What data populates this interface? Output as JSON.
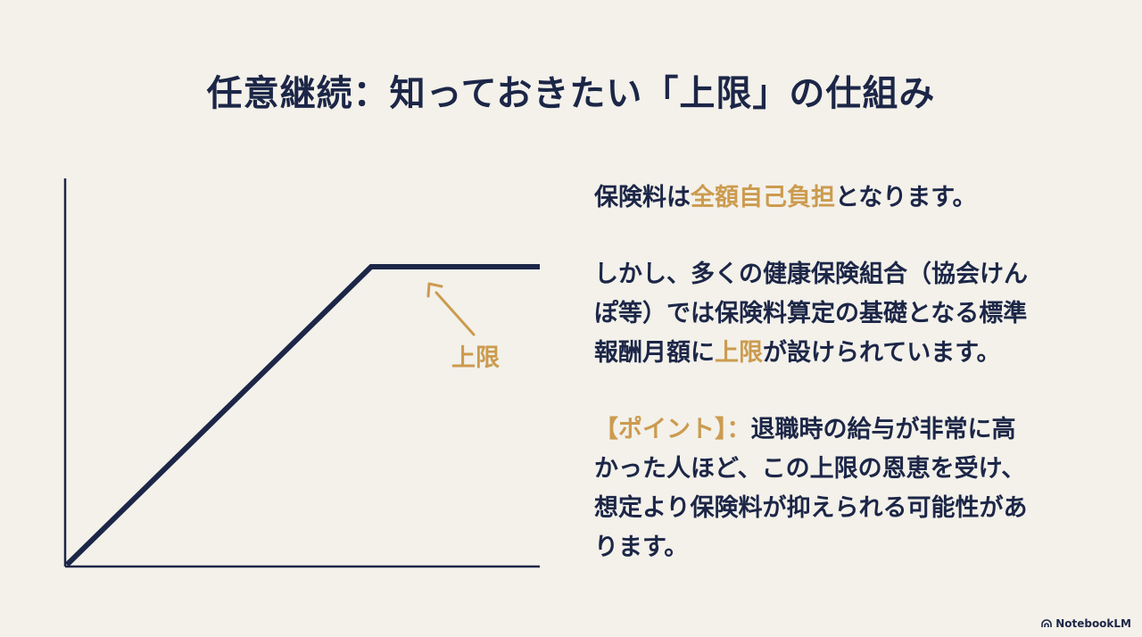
{
  "slide": {
    "title": "任意継続：知っておきたい「上限」の仕組み"
  },
  "diagram": {
    "cap_label": "上限",
    "accent_color": "#cc9b4f",
    "line_color": "#1c2647",
    "shape": "rising-then-flat"
  },
  "text": {
    "p1": {
      "before": "保険料は",
      "highlight": "全額自己負担",
      "after": "となります。"
    },
    "p2": {
      "line1": "しかし、多くの健康保険組合（協会けん",
      "line2": "ぽ等）では保険料算定の基礎となる標準",
      "line3_before": "報酬月額に",
      "line3_highlight": "上限",
      "line3_after": "が設けられています。"
    },
    "p3": {
      "point_label": "【ポイント】：",
      "line1_rest": "退職時の給与が非常に高",
      "line2": "かった人ほど、この上限の恩恵を受け、",
      "line3": "想定より保険料が抑えられる可能性があ",
      "line4": "ります。"
    }
  },
  "branding": {
    "name": "NotebookLM",
    "icon": "notebooklm-logo-icon"
  }
}
